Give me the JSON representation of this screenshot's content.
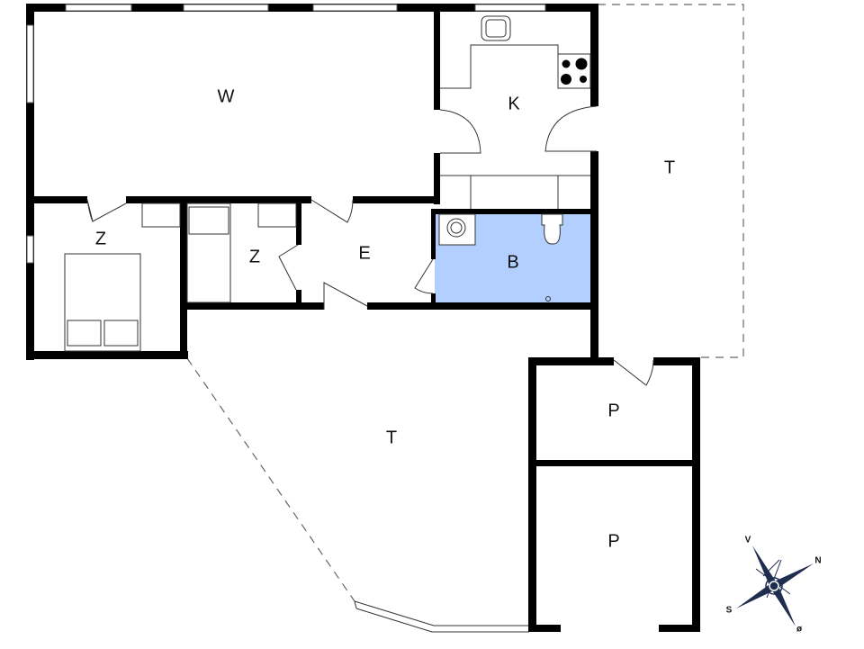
{
  "floorplan": {
    "rooms": {
      "living": {
        "label": "W"
      },
      "kitchen": {
        "label": "K"
      },
      "terrace_east": {
        "label": "T"
      },
      "bedroom_1": {
        "label": "Z"
      },
      "bedroom_2": {
        "label": "Z"
      },
      "entrance": {
        "label": "E"
      },
      "bathroom": {
        "label": "B"
      },
      "terrace_south": {
        "label": "T"
      },
      "storage_1": {
        "label": "P"
      },
      "storage_2": {
        "label": "P"
      }
    },
    "colors": {
      "wall": "#000000",
      "bathroom_fill": "#b3cfff",
      "compass": "#1f2d4f"
    },
    "compass": {
      "north": "N",
      "south": "S",
      "west": "V",
      "east": "ø"
    }
  }
}
